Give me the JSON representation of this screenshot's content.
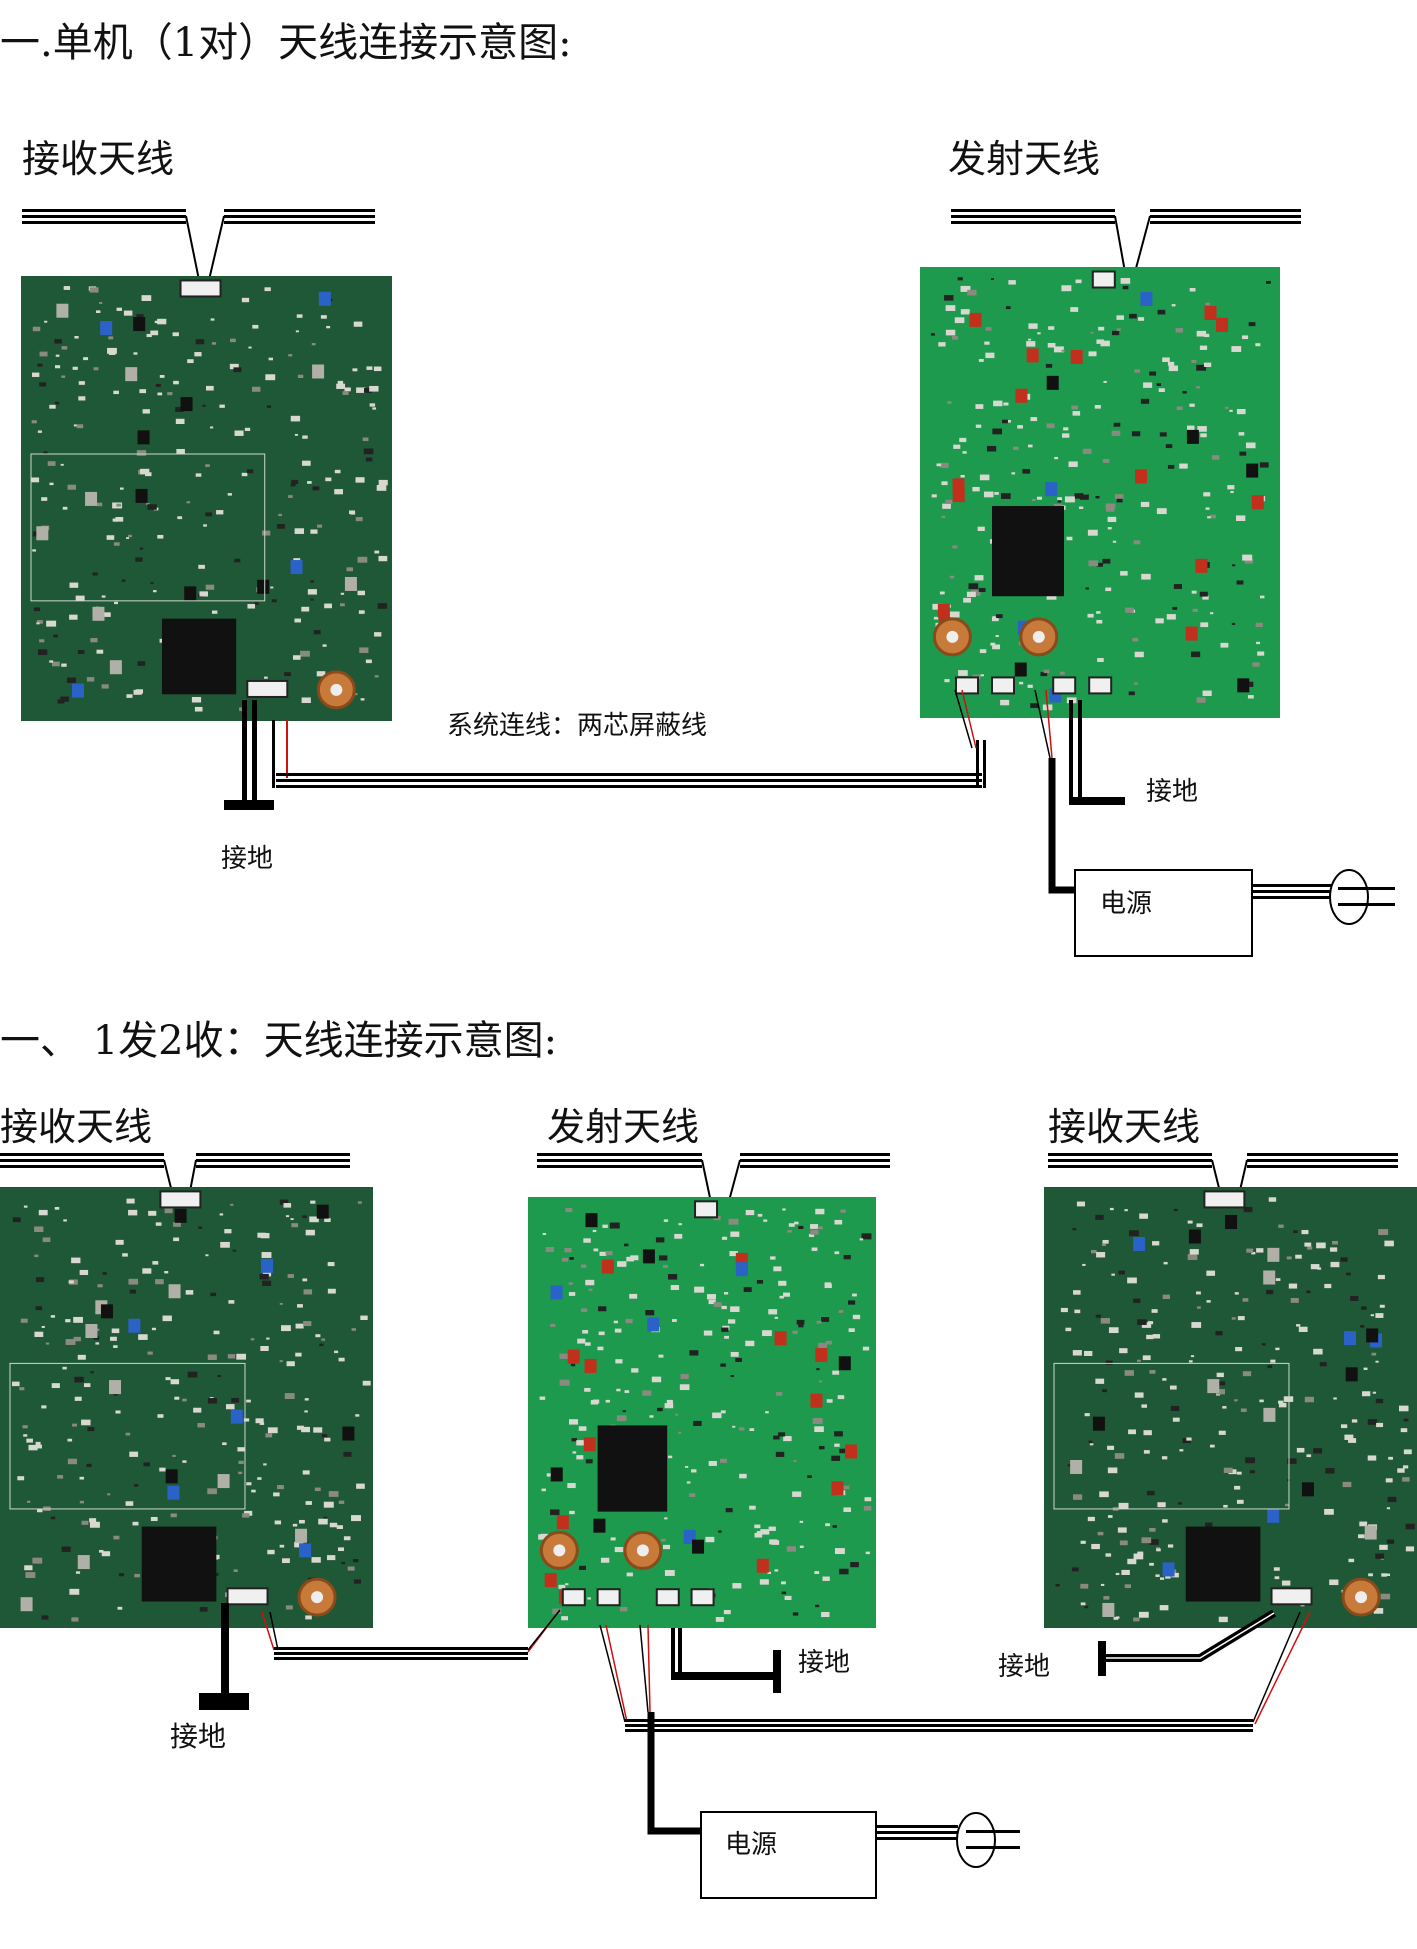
{
  "section1": {
    "title": "一.单机（1对）天线连接示意图:",
    "rx_antenna_label": "接收天线",
    "tx_antenna_label": "发射天线",
    "cable_label": "系统连线：两芯屏蔽线",
    "rx_ground_label": "接地",
    "tx_ground_label": "接地",
    "power_label": "电源"
  },
  "section2": {
    "title": "一、 1发2收：天线连接示意图:",
    "rx_left_antenna_label": "接收天线",
    "tx_antenna_label": "发射天线",
    "rx_right_antenna_label": "接收天线",
    "rx_left_ground_label": "接地",
    "tx_ground_label": "接地",
    "rx_right_ground_label": "接地",
    "power_label": "电源"
  },
  "colors": {
    "rx_board": "#1f5836",
    "tx_board": "#1d9a4e",
    "wire_red": "#d01010",
    "wire_black": "#000000"
  }
}
